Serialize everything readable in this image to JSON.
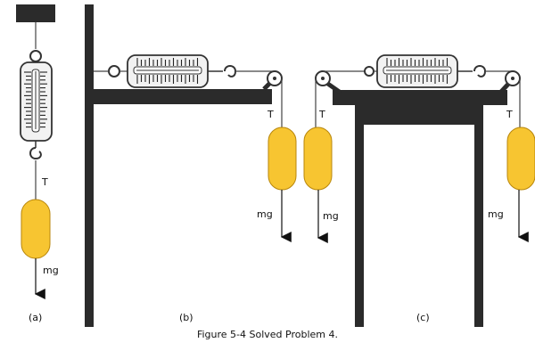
{
  "caption": "Figure 5-4 Solved Problem 4.",
  "panels": [
    {
      "label": "(a)",
      "tension": "T",
      "weight": "mg"
    },
    {
      "label": "(b)",
      "tension": "T",
      "weight": "mg"
    },
    {
      "label": "(c)",
      "tension_left": "T",
      "weight_left": "mg",
      "tension_right": "T",
      "weight_right": "mg"
    }
  ],
  "colors": {
    "mass": "#F7C531",
    "mass_outline": "#B8860B",
    "structure": "#2B2B2B",
    "scale_body": "#F2F2F2",
    "rope": "#444444"
  }
}
